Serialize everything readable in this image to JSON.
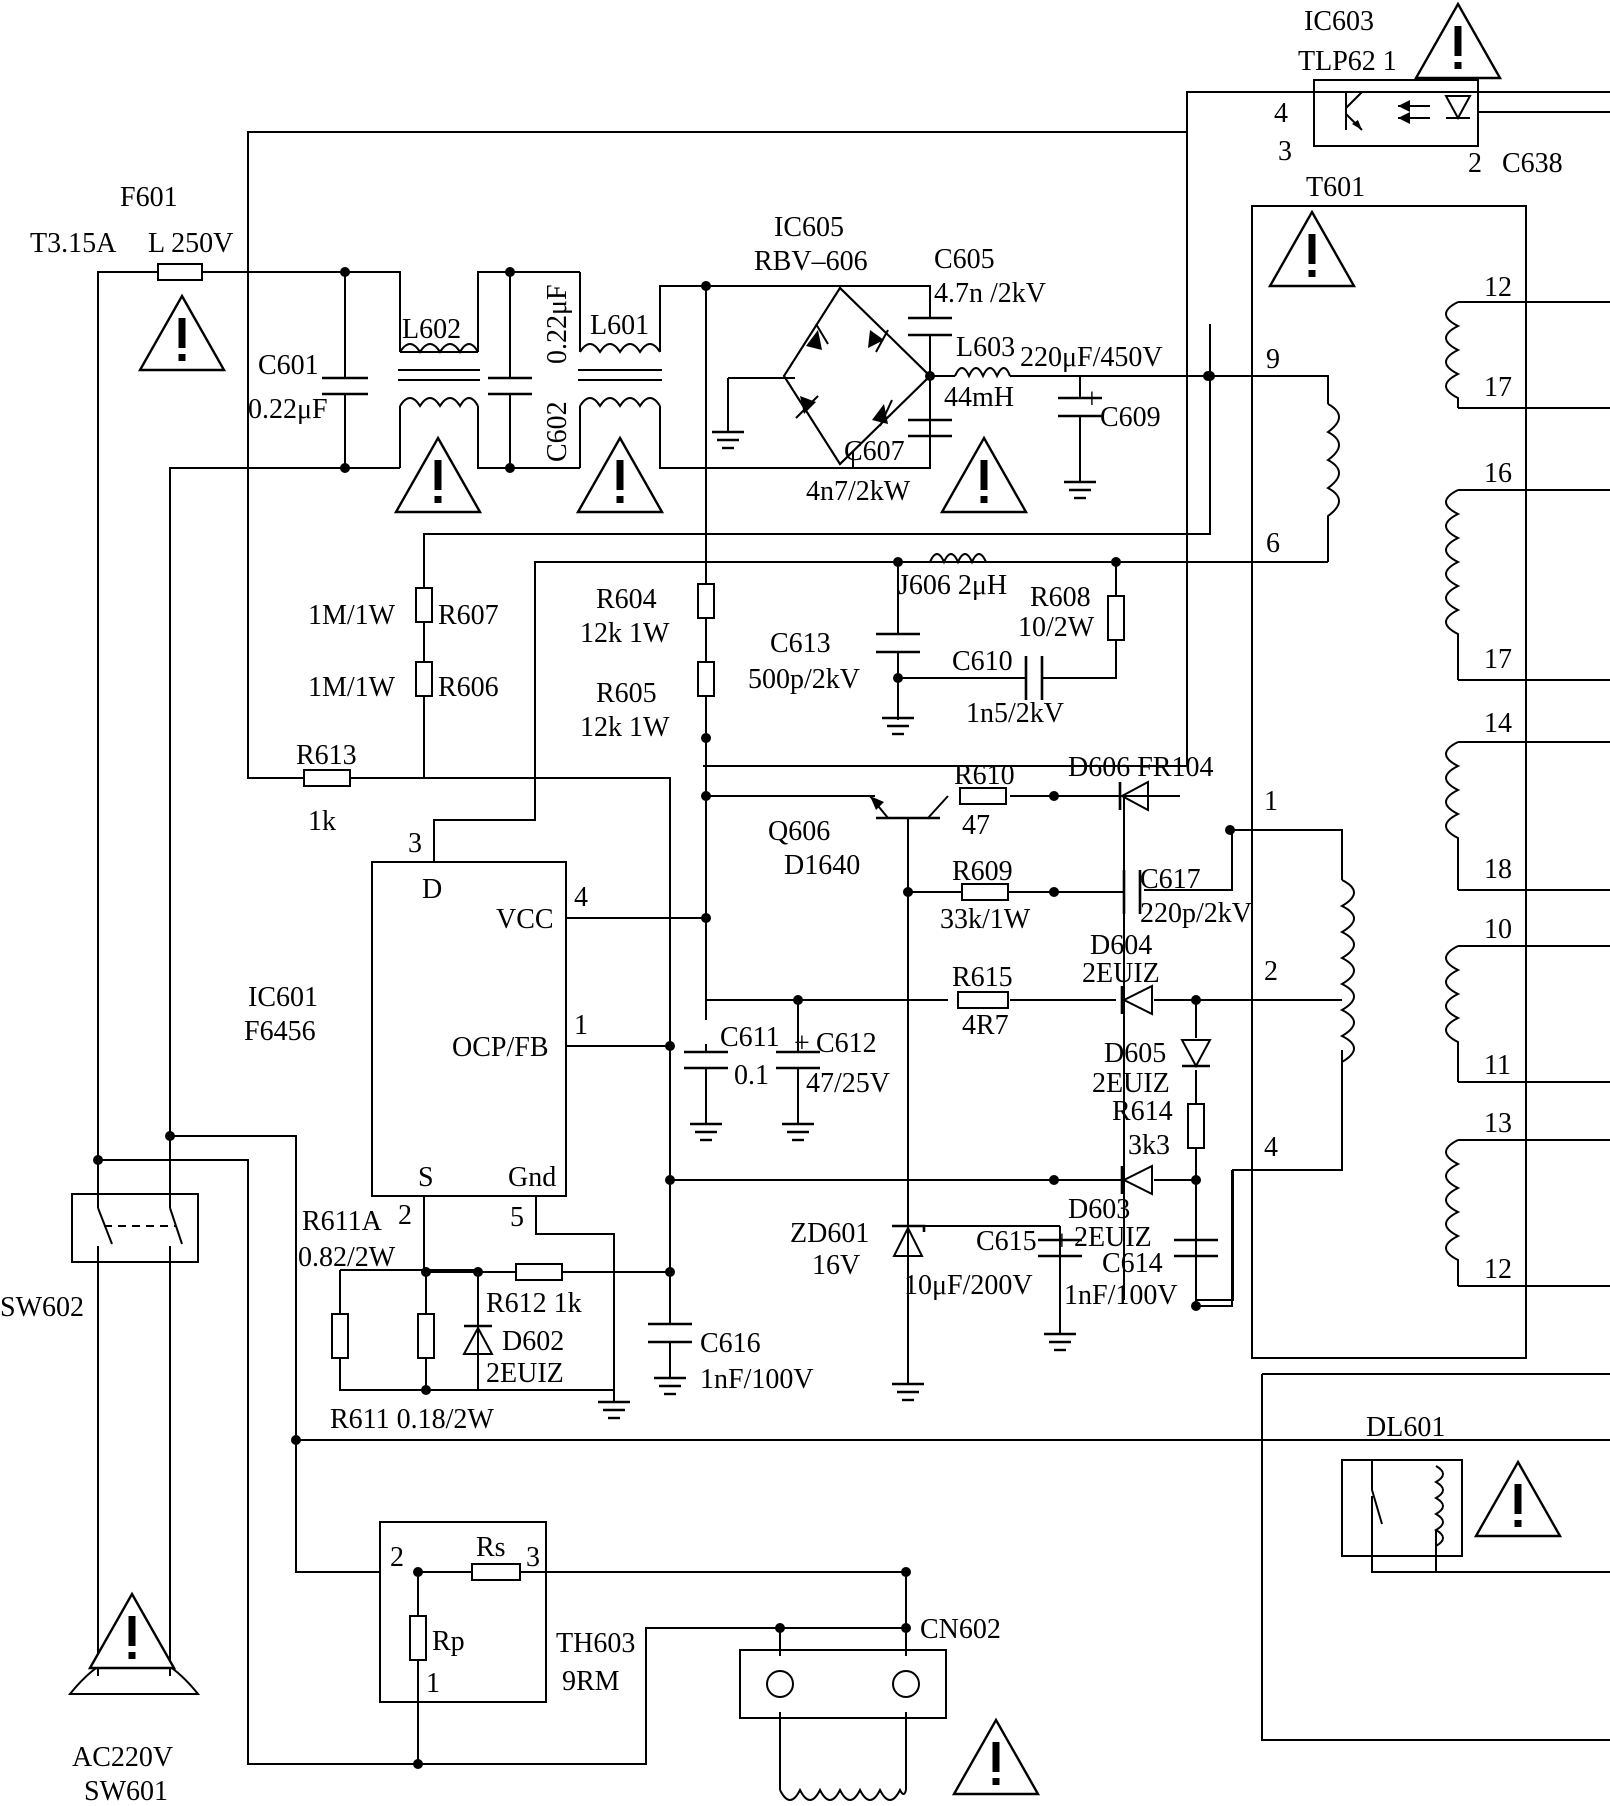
{
  "labels": {
    "ic603_ref": "IC603",
    "ic603_part": "TLP62 1",
    "ic603_p4": "4",
    "ic603_p3": "3",
    "ic603_p2": "2",
    "c638": "C638",
    "t601": "T601",
    "f601_ref": "F601",
    "f601_val1": "T3.15A",
    "f601_val2": "L 250V",
    "ic605_ref": "IC605",
    "ic605_part": "RBV–606",
    "c605_ref": "C605",
    "c605_val": "4.7n /2kV",
    "l602": "L602",
    "l601": "L601",
    "c602_val": "0.22μF",
    "c602_ref": "C602",
    "c601_ref": "C601",
    "c601_val": "0.22μF",
    "l603_ref": "L603",
    "l603_val": "44mH",
    "c609_val": "220μF/450V",
    "c609_ref": "C609",
    "c607_ref": "C607",
    "c607_val": "4n7/2kW",
    "pin9": "9",
    "pin6": "6",
    "pin12a": "12",
    "pin17a": "17",
    "pin16": "16",
    "pin17b": "17",
    "pin14": "14",
    "pin18": "18",
    "pin10": "10",
    "pin11": "11",
    "pin13": "13",
    "pin12b": "12",
    "pin1": "1",
    "pin2": "2",
    "pin4": "4",
    "r607_val": "1M/1W",
    "r607_ref": "R607",
    "r606_val": "1M/1W",
    "r606_ref": "R606",
    "r604_ref": "R604",
    "r604_val": "12k 1W",
    "r605_ref": "R605",
    "r605_val": "12k 1W",
    "j606": "J606 2μH",
    "r608_ref": "R608",
    "r608_val": "10/2W",
    "c613_ref": "C613",
    "c613_val": "500p/2kV",
    "c610_ref": "C610",
    "c610_val": "1n5/2kV",
    "r613_ref": "R613",
    "r613_val": "1k",
    "r610_ref": "R610",
    "r610_val": "47",
    "d606": "D606 FR104",
    "q606_ref": "Q606",
    "q606_part": "D1640",
    "r609_ref": "R609",
    "r609_val": "33k/1W",
    "c617_ref": "C617",
    "c617_val": "220p/2kV",
    "ic601_ref": "IC601",
    "ic601_part": "F6456",
    "ic601_d_num": "3",
    "ic601_d": "D",
    "ic601_vcc": "VCC",
    "ic601_vcc_num": "4",
    "ic601_ocp": "OCP/FB",
    "ic601_ocp_num": "1",
    "ic601_s": "S",
    "ic601_gnd": "Gnd",
    "ic601_s_num": "2",
    "ic601_gnd_num": "5",
    "d604_ref": "D604",
    "d604_part": "2EUIZ",
    "r615_ref": "R615",
    "r615_val": "4R7",
    "c611_ref": "C611",
    "c611_val": "0.1",
    "c612_ref": "C612",
    "c612_val": "47/25V",
    "d605_ref": "D605",
    "d605_part": "2EUIZ",
    "r614_ref": "R614",
    "r614_val": "3k3",
    "zd601_ref": "ZD601",
    "zd601_val": "16V",
    "c615_ref": "C615",
    "c615_val": "10μF/200V",
    "d603_ref": "D603",
    "d603_part": "2EUIZ",
    "c614_ref": "C614",
    "c614_val": "1nF/100V",
    "r611a_ref": "R611A",
    "r611a_val": "0.82/2W",
    "r612": "R612  1k",
    "d602_ref": "D602",
    "d602_part": "2EUIZ",
    "c616_ref": "C616",
    "c616_val": "1nF/100V",
    "r611": "R611  0.18/2W",
    "sw602": "SW602",
    "dl601": "DL601",
    "rs": "Rs",
    "rp": "Rp",
    "th_p2": "2",
    "th_p3": "3",
    "th_p1": "1",
    "th603_ref": "TH603",
    "th603_val": "9RM",
    "cn602": "CN602",
    "ac220": "AC220V",
    "sw601": "SW601",
    "warning_mark": "!"
  }
}
